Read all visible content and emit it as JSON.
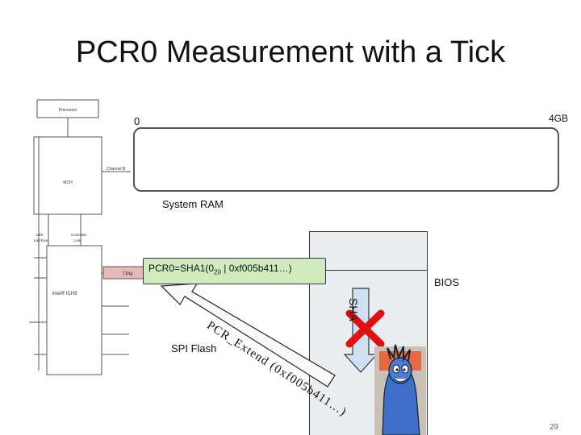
{
  "slide": {
    "title": "PCR0 Measurement with a Tick",
    "page_number": "29"
  },
  "memory_map": {
    "start_label": "0",
    "end_label": "4GB",
    "ram_label": "System RAM"
  },
  "flash": {
    "bios_label": "BIOS",
    "spi_label": "SPI Flash",
    "sha_label": "SHA"
  },
  "pcr": {
    "text_main": "PCR0=SHA1(0",
    "text_sub": "20",
    "text_rest": " | 0xf005b411…)"
  },
  "extend_arrow": {
    "text": "PCR_Extend (0xf005b411…)"
  },
  "chipset_diagram": {
    "processor": "Processor",
    "mch": "MCH",
    "channel": "Channel B",
    "dmi": "DMI\nInterface",
    "controller": "Controller\nLink",
    "tpm": "TPM",
    "ich": "Intel® ICH9"
  },
  "colors": {
    "pcr_box": "#d0ebbe",
    "sha_arrow": "#cfe0f3",
    "cross": "#e01010",
    "tpm_fill": "#e6b8b7"
  },
  "icons": [
    "red-x-icon",
    "tick-character-image"
  ]
}
